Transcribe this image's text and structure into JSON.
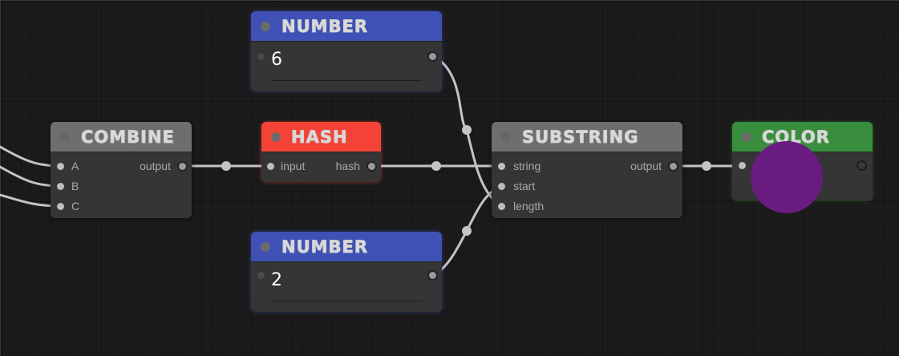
{
  "editor": {
    "nodes": {
      "number_top": {
        "title": "NUMBER",
        "header_color": "#3f51b5",
        "value": "6",
        "outputs": []
      },
      "combine": {
        "title": "COMBINE",
        "header_color": "#6e6e6e",
        "inputs": [
          "A",
          "B",
          "C"
        ],
        "output": "output"
      },
      "hash": {
        "title": "HASH",
        "header_color": "#f44336",
        "input": "input",
        "output": "hash"
      },
      "substring": {
        "title": "SUBSTRING",
        "header_color": "#6e6e6e",
        "inputs": [
          "string",
          "start",
          "length"
        ],
        "output": "output"
      },
      "color": {
        "title": "COLOR",
        "header_color": "#388e3c",
        "swatch_color": "#6a1b80"
      },
      "number_bottom": {
        "title": "NUMBER",
        "header_color": "#3f51b5",
        "value": "2"
      }
    },
    "connections": [
      {
        "from": "external",
        "to": "combine.A"
      },
      {
        "from": "external",
        "to": "combine.B"
      },
      {
        "from": "external",
        "to": "combine.C"
      },
      {
        "from": "combine.output",
        "to": "hash.input"
      },
      {
        "from": "hash.hash",
        "to": "substring.string"
      },
      {
        "from": "number_top.output",
        "to": "substring.length"
      },
      {
        "from": "number_bottom.output",
        "to": "substring.start"
      },
      {
        "from": "substring.output",
        "to": "color.input"
      }
    ],
    "wire_color": "#c8c8c8"
  }
}
